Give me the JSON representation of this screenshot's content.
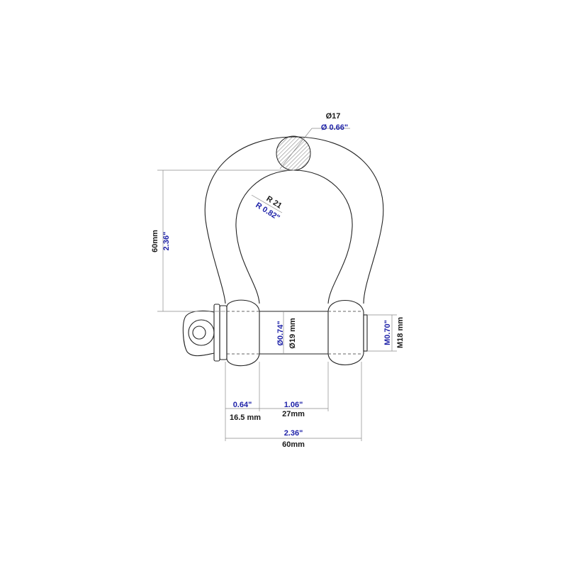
{
  "labels": {
    "wire_dia_mm": "Ø17",
    "wire_dia_in": "Ø 0.66\"",
    "inner_radius_mm": "R 21",
    "inner_radius_in": "R 0.82\"",
    "height_mm": "60mm",
    "height_in": "2.36\"",
    "pin_dia_in": "Ø0.74\"",
    "pin_dia_mm": "Ø19 mm",
    "thread_in": "M0.70\"",
    "thread_mm": "M18 mm",
    "eye_in": "0.64\"",
    "eye_mm": "16.5 mm",
    "jaw_width_in": "1.06\"",
    "jaw_width_mm": "27mm",
    "overall_width_in": "2.36\"",
    "overall_width_mm": "60mm"
  },
  "colors": {
    "metric": "#1a1a1a",
    "imperial": "#1e22a8"
  }
}
